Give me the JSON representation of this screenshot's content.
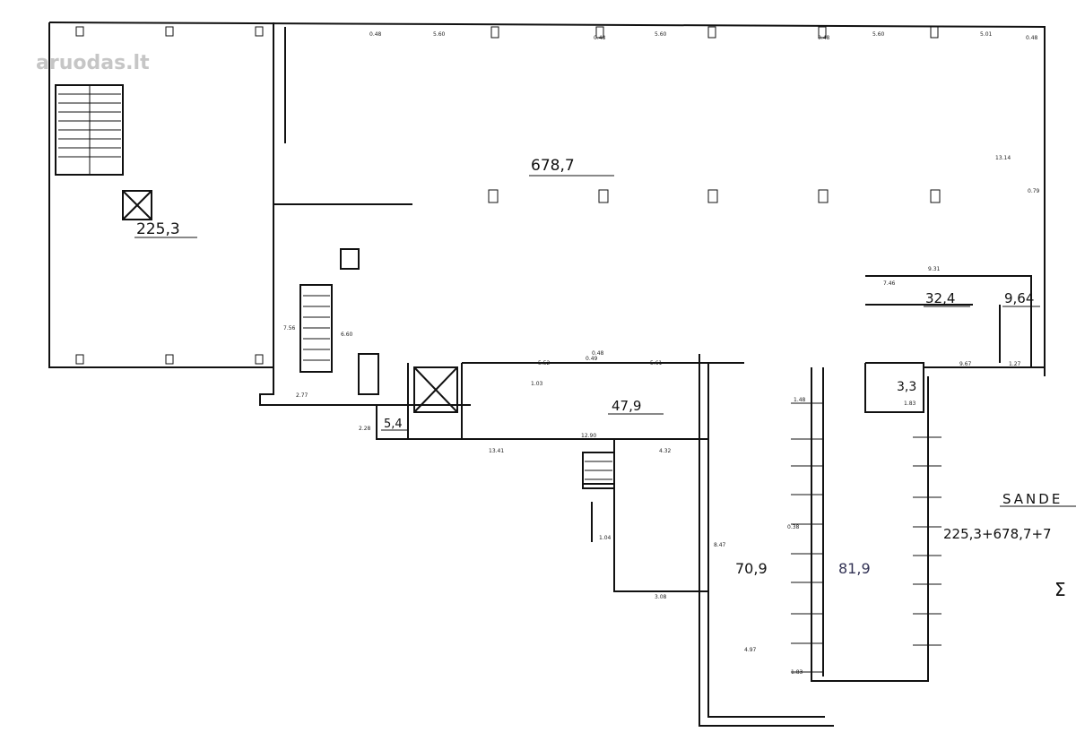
{
  "watermark": {
    "text": "aruodas",
    "suffix": ".lt"
  },
  "rooms": [
    {
      "id": "left-hall",
      "area": "225,3"
    },
    {
      "id": "main-hall",
      "area": "678,7"
    },
    {
      "id": "office-small",
      "area": "32,4"
    },
    {
      "id": "office-side",
      "area": "9,64"
    },
    {
      "id": "wc",
      "area": "3,3"
    },
    {
      "id": "middle-room",
      "area": "47,9"
    },
    {
      "id": "stair-room",
      "area": "5,4"
    },
    {
      "id": "lower-room",
      "area": "70,9"
    },
    {
      "id": "corridor",
      "area": "81,9"
    }
  ],
  "dimensions": {
    "top_row": [
      "0.48",
      "5.60",
      "0.48",
      "5.60",
      "0.48",
      "5.60",
      "5.01",
      "0.48"
    ],
    "mid_row": [
      "9.31",
      "7.46",
      "5.52",
      "0.49",
      "5.61",
      "0.48",
      "13.41",
      "12.90",
      "4.32",
      "3.08",
      "1.48",
      "1.83",
      "1.27",
      "2.77",
      "7.56",
      "6.60",
      "13.14"
    ],
    "misc": [
      "1.04",
      "0.38",
      "8.47",
      "4.97",
      "1.83",
      "1.03",
      "0.79",
      "9.67",
      "2.28"
    ]
  },
  "summary": {
    "heading": "SANDE",
    "formula": "225,3+678,7+7",
    "sigma": "Σ"
  }
}
